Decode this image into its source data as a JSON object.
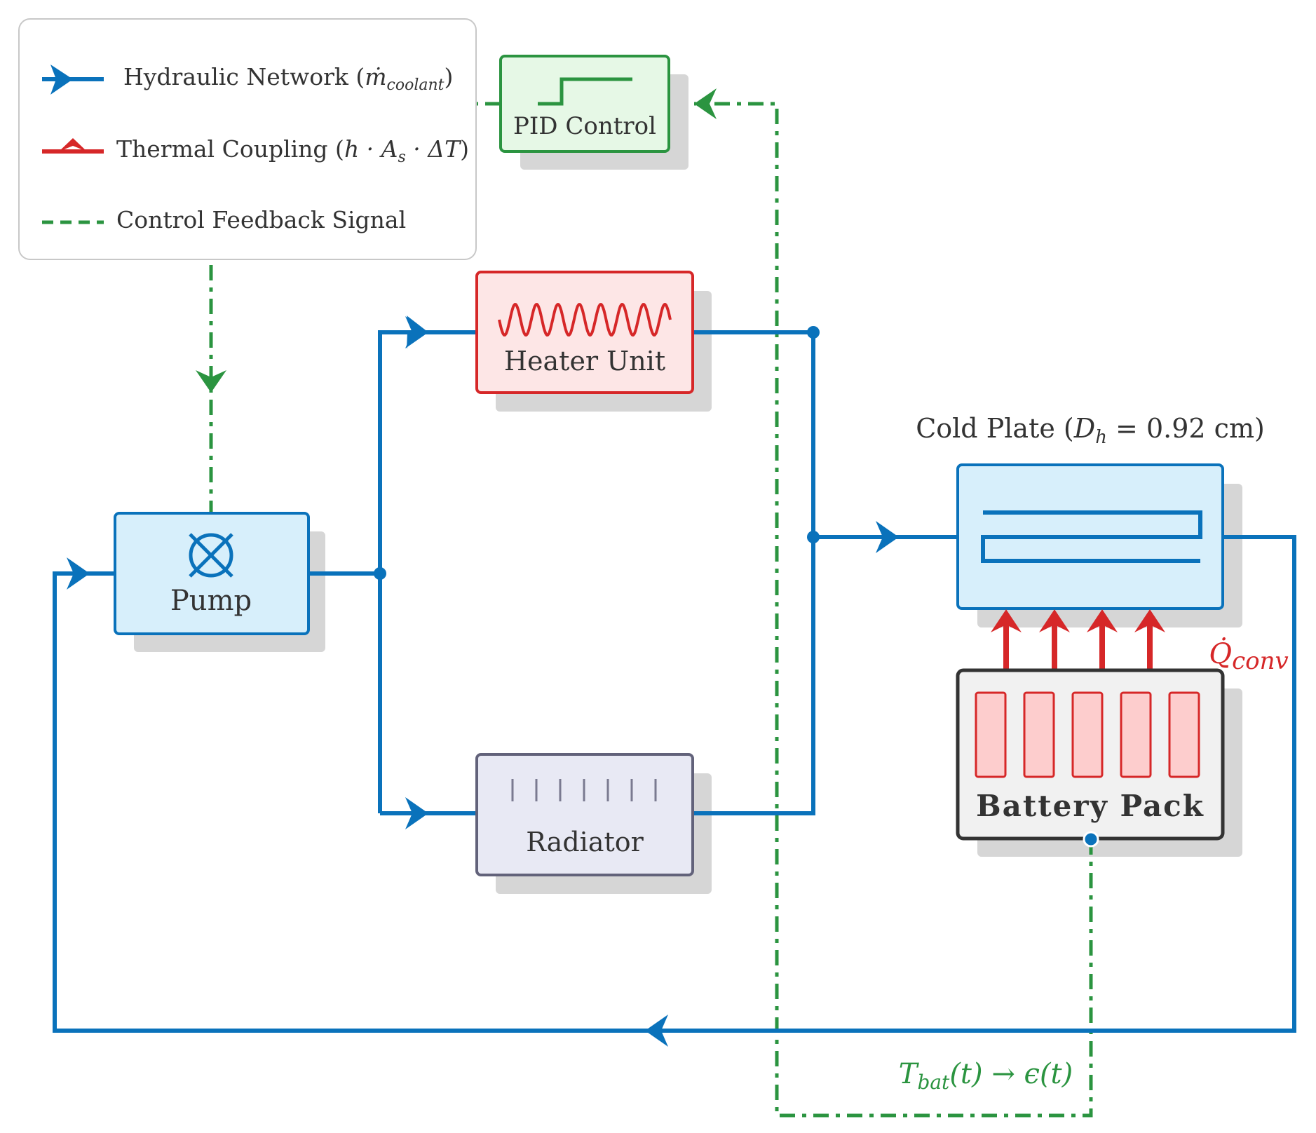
{
  "legend": {
    "hydraulic": {
      "text": "Hydraulic Network (",
      "math": "ṁ",
      "sub": "coolant",
      "close": ")"
    },
    "thermal": {
      "text": "Thermal Coupling (",
      "math": "h · A",
      "sub": "s",
      "tail": " · ΔT",
      "close": ")"
    },
    "control": {
      "text": "Control Feedback Signal"
    }
  },
  "components": {
    "pid": "PID Control",
    "heater": "Heater Unit",
    "radiator": "Radiator",
    "pump": "Pump",
    "battery": "Battery Pack",
    "cold_plate": {
      "text": "Cold Plate (",
      "math": "D",
      "sub": "h",
      "tail": " = 0.92 cm)"
    }
  },
  "annotations": {
    "q_conv": {
      "math": "Q̇",
      "sub": "conv"
    },
    "feedback": {
      "math": "T",
      "sub": "bat",
      "tail": "(t) → ϵ(t)"
    }
  },
  "colors": {
    "hydraulic": "#0a72bb",
    "thermal": "#d62728",
    "control": "#2b9440",
    "pump_fill": "#d7effb",
    "heater_fill": "#fde6e6",
    "radiator_fill": "#e8e9f4",
    "pid_fill": "#e6f8e6",
    "battery_fill": "#f1f1f1"
  }
}
